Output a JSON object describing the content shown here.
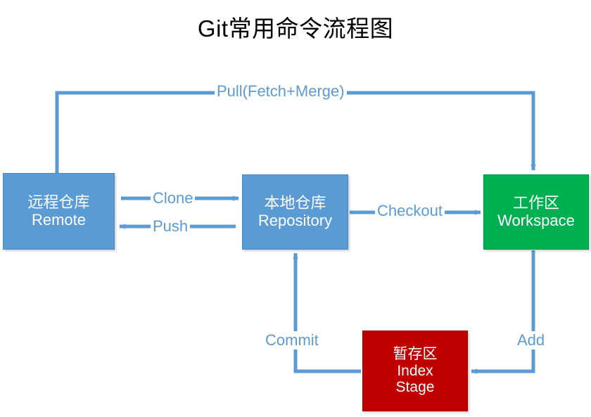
{
  "title": "Git常用命令流程图",
  "theme": {
    "background": "#ffffff",
    "blue": "#5B9BD5",
    "green": "#00B050",
    "red": "#C00000",
    "title_color": "#000000",
    "label_color": "#5B9BD5",
    "node_text_color": "#ffffff"
  },
  "nodes": {
    "remote": {
      "line1": "远程仓库",
      "line2": "Remote",
      "color": "#5B9BD5"
    },
    "repository": {
      "line1": "本地仓库",
      "line2": "Repository",
      "color": "#5B9BD5"
    },
    "workspace": {
      "line1": "工作区",
      "line2": "Workspace",
      "color": "#00B050"
    },
    "index": {
      "line1": "暂存区",
      "line2": "Index",
      "line3": "Stage",
      "color": "#C00000"
    }
  },
  "edges": [
    {
      "id": "pull",
      "label": "Pull(Fetch+Merge)",
      "from": "remote",
      "to": "workspace",
      "direction": "right"
    },
    {
      "id": "clone",
      "label": "Clone",
      "from": "remote",
      "to": "repository",
      "direction": "right"
    },
    {
      "id": "push",
      "label": "Push",
      "from": "repository",
      "to": "remote",
      "direction": "left"
    },
    {
      "id": "checkout",
      "label": "Checkout",
      "from": "repository",
      "to": "workspace",
      "direction": "right"
    },
    {
      "id": "add",
      "label": "Add",
      "from": "workspace",
      "to": "index",
      "direction": "down-left"
    },
    {
      "id": "commit",
      "label": "Commit",
      "from": "index",
      "to": "repository",
      "direction": "left-up"
    }
  ],
  "chart_data": {
    "type": "diagram",
    "title": "Git常用命令流程图",
    "nodes": [
      {
        "id": "remote",
        "labels": [
          "远程仓库",
          "Remote"
        ],
        "color": "#5B9BD5"
      },
      {
        "id": "repository",
        "labels": [
          "本地仓库",
          "Repository"
        ],
        "color": "#5B9BD5"
      },
      {
        "id": "workspace",
        "labels": [
          "工作区",
          "Workspace"
        ],
        "color": "#00B050"
      },
      {
        "id": "index",
        "labels": [
          "暂存区",
          "Index",
          "Stage"
        ],
        "color": "#C00000"
      }
    ],
    "links": [
      {
        "source": "remote",
        "target": "workspace",
        "label": "Pull(Fetch+Merge)"
      },
      {
        "source": "remote",
        "target": "repository",
        "label": "Clone"
      },
      {
        "source": "repository",
        "target": "remote",
        "label": "Push"
      },
      {
        "source": "repository",
        "target": "workspace",
        "label": "Checkout"
      },
      {
        "source": "workspace",
        "target": "index",
        "label": "Add"
      },
      {
        "source": "index",
        "target": "repository",
        "label": "Commit"
      }
    ]
  }
}
